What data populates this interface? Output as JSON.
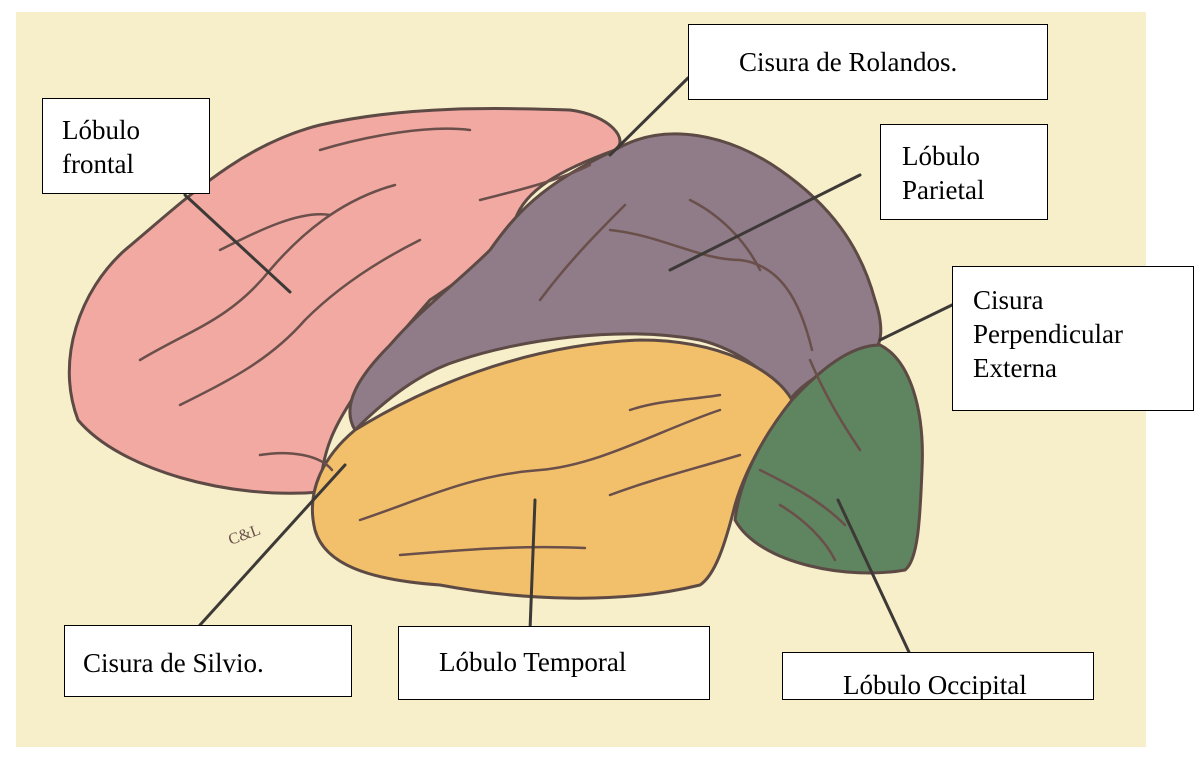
{
  "labels": {
    "frontal": "Lóbulo\nfrontal",
    "rolando": "Cisura de Rolandos.",
    "parietal": "Lóbulo\nParietal",
    "perpendicular": "Cisura\nPerpendicular\nExterna",
    "silvio": "Cisura de Silvio.",
    "temporal": "Lóbulo Temporal",
    "occipital": "Lóbulo Occipital"
  },
  "signature": "C&L",
  "colors": {
    "background": "#f6efc9",
    "frontal": "#f1a9a2",
    "parietal": "#8f7c88",
    "temporal": "#f2c06a",
    "occipital": "#5f8460",
    "outline": "#5d4a45",
    "leader": "#3d3936"
  }
}
